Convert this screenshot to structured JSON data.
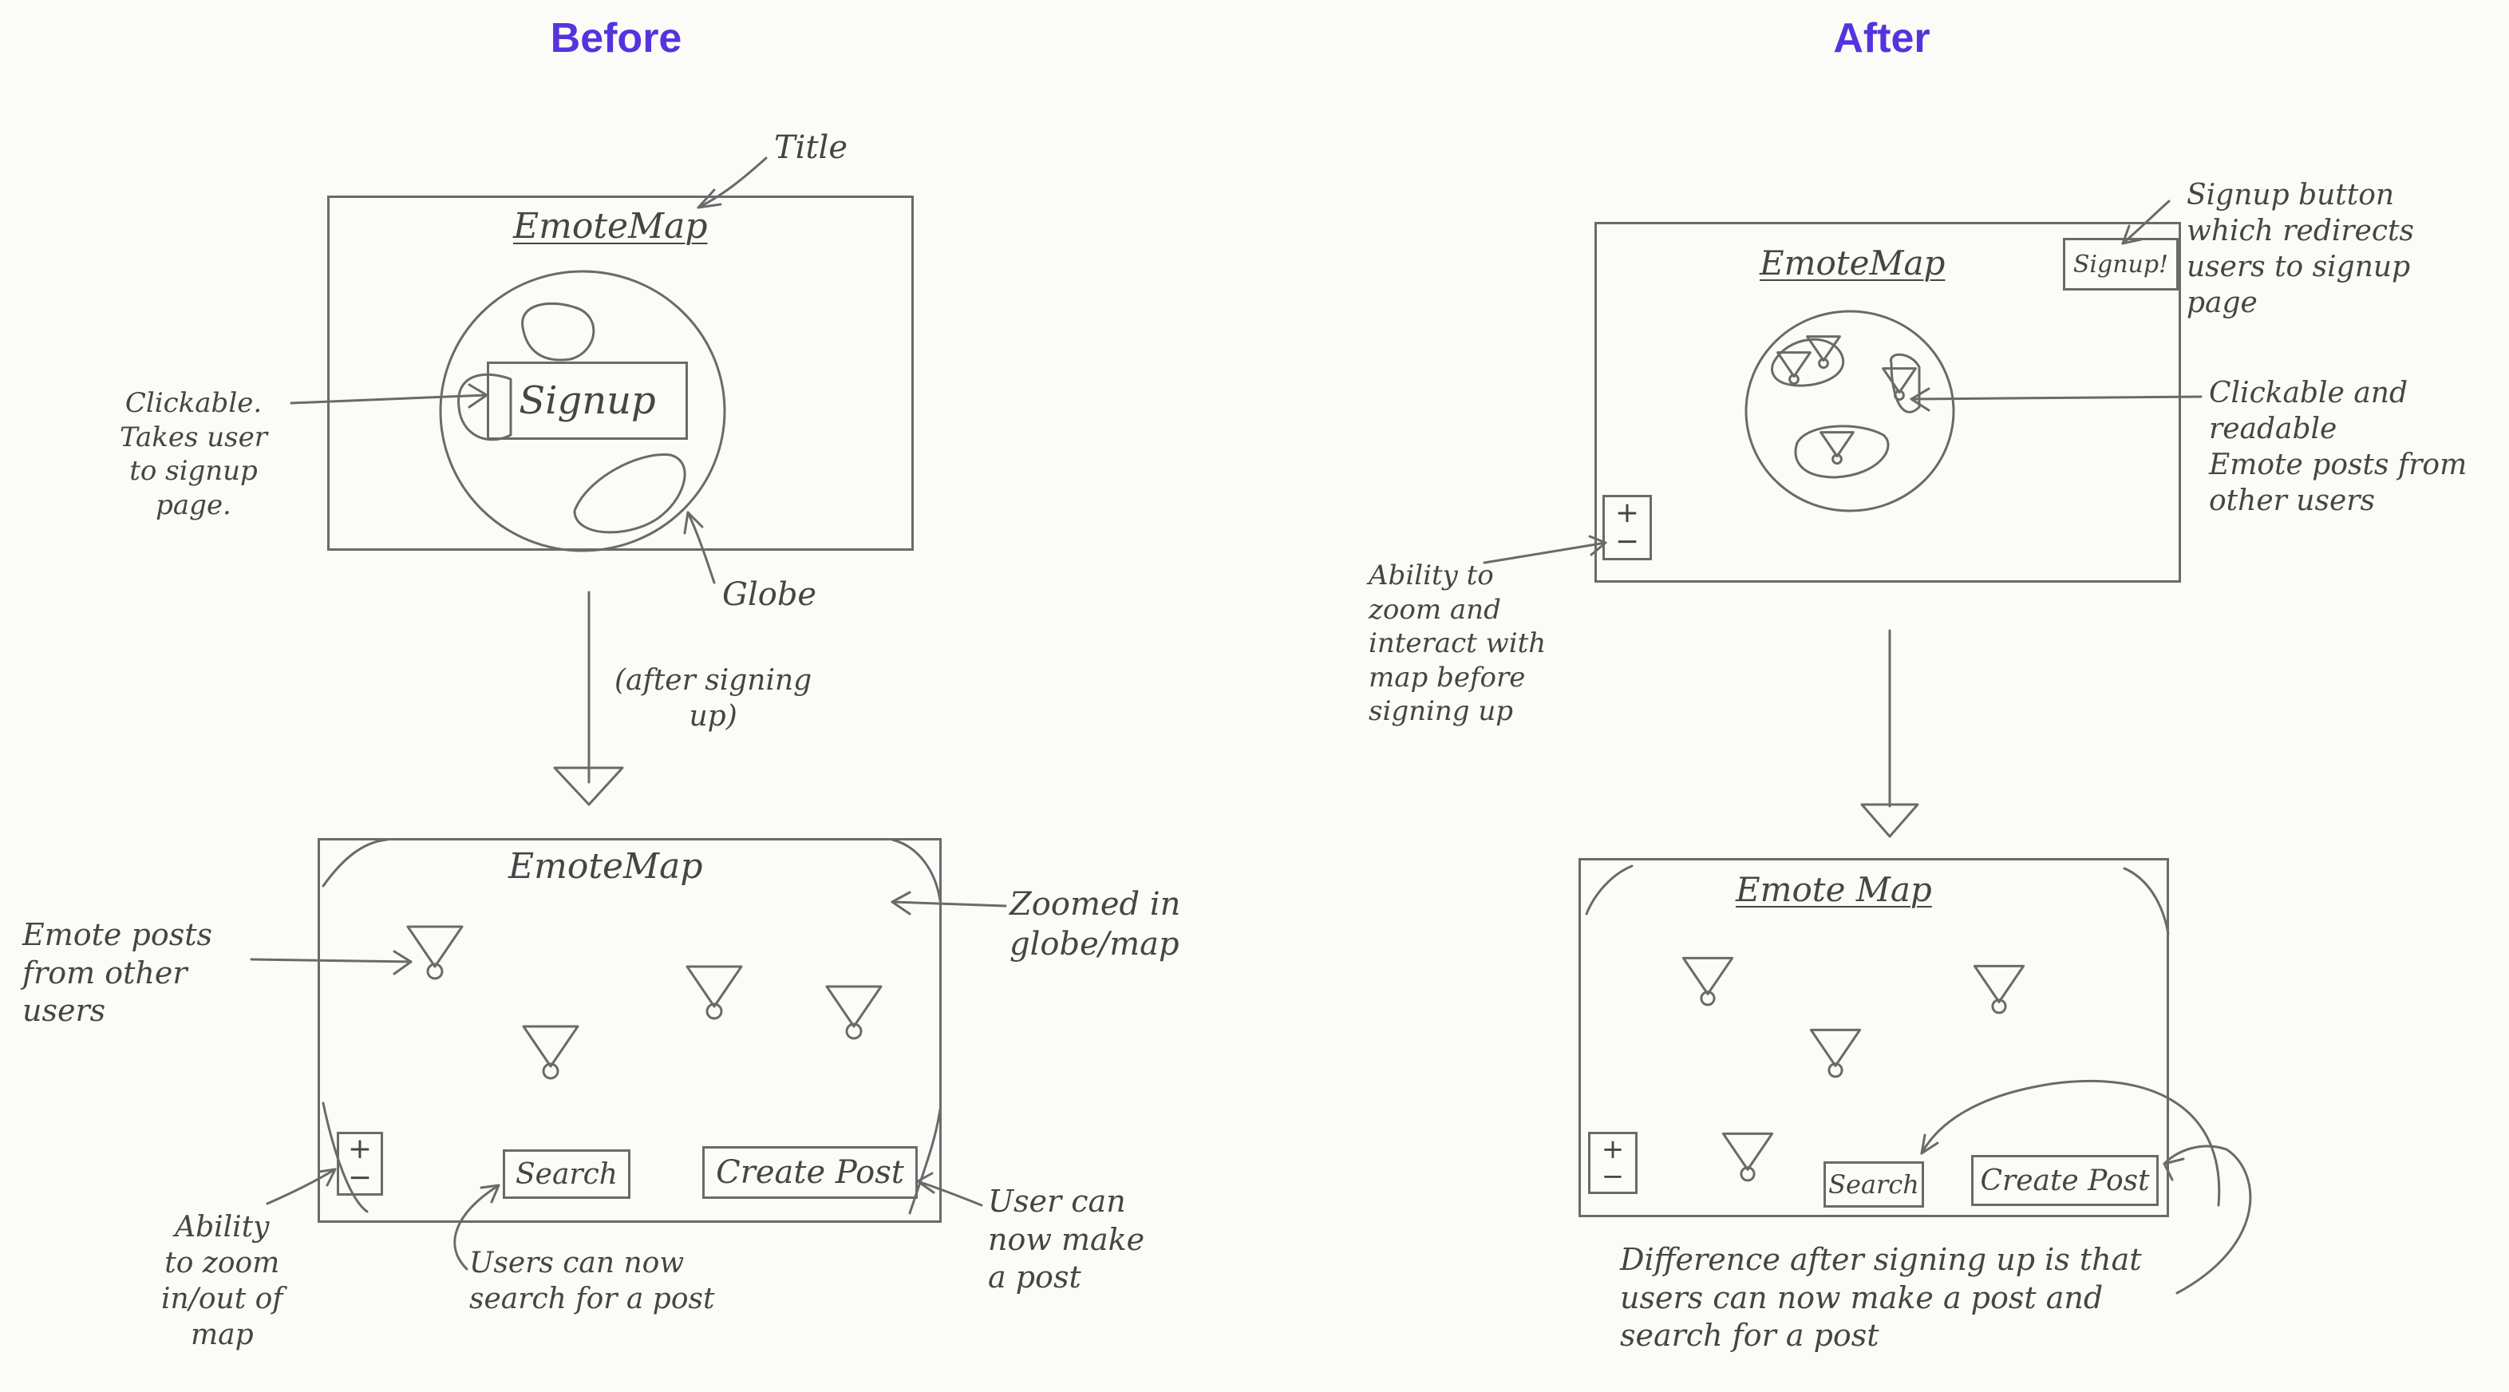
{
  "headings": {
    "before": "Before",
    "after": "After"
  },
  "colors": {
    "heading": "#5533dd",
    "pencil": "#454545",
    "line": "#6a6a6a"
  },
  "before": {
    "top": {
      "app_title": "EmoteMap",
      "signup_label": "Signup",
      "ann_title": "Title",
      "ann_clickable": "Clickable.\nTakes user\nto signup\npage.",
      "ann_globe": "Globe"
    },
    "transition": "(after signing\nup)",
    "bottom": {
      "app_title": "EmoteMap",
      "zoom_plus": "+",
      "zoom_minus": "−",
      "search_label": "Search",
      "create_post_label": "Create Post",
      "ann_emote_posts": "Emote posts\nfrom other\nusers",
      "ann_zoomed": "Zoomed in\nglobe/map",
      "ann_zoom_ability": "Ability\nto zoom\nin/out of\nmap",
      "ann_search": "Users can now\nsearch for a post",
      "ann_post": "User can\nnow make\na post"
    }
  },
  "after": {
    "top": {
      "app_title": "EmoteMap",
      "signup_label": "Signup!",
      "zoom_plus": "+",
      "zoom_minus": "−",
      "ann_signup": "Signup button\nwhich redirects\nusers to signup\npage",
      "ann_clickable": "Clickable and\nreadable\nEmote posts from\nother users",
      "ann_zoom": "Ability to\nzoom and\ninteract with\nmap before\nsigning up"
    },
    "bottom": {
      "app_title": "Emote Map",
      "zoom_plus": "+",
      "zoom_minus": "−",
      "search_label": "Search",
      "create_post_label": "Create Post",
      "ann_difference": "Difference after signing up is that\nusers can now make a post and\nsearch for a post"
    }
  }
}
